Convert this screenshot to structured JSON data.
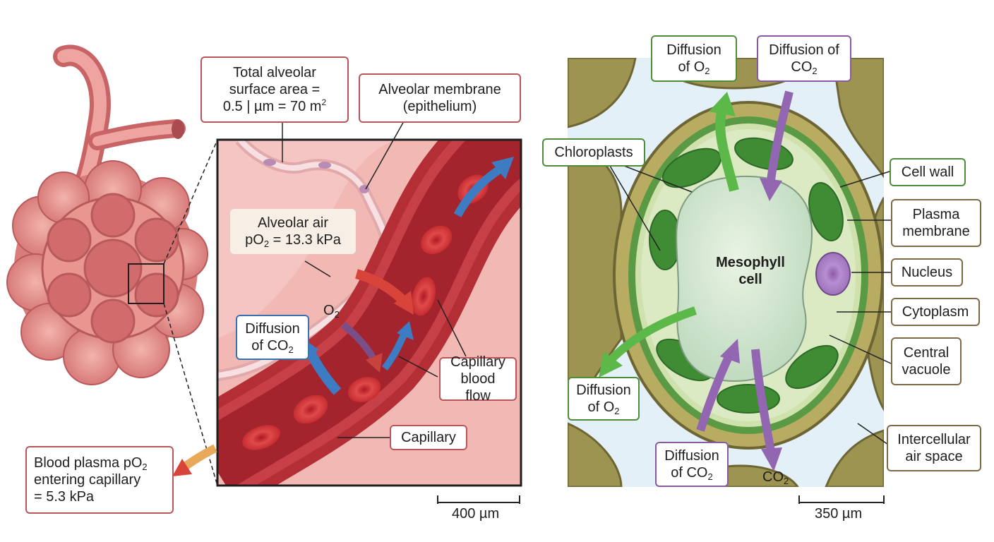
{
  "labels": {
    "total_area": {
      "l1": "Total alveolar",
      "l2": "surface area =",
      "l3": "0.5 | µm = 70 m",
      "l3_sup": "2"
    },
    "alv_membrane": {
      "l1": "Alveolar membrane",
      "l2": "(epithelium)"
    },
    "alv_air": {
      "l1": "Alveolar air",
      "l2a": "pO",
      "l2_sub": "2",
      "l2b": " = 13.3 kPa"
    },
    "o2": {
      "a": "O",
      "sub": "2"
    },
    "diff_co2_left": {
      "l1": "Diffusion",
      "l2a": "of CO",
      "l2_sub": "2"
    },
    "cap_flow": {
      "l1": "Capillary",
      "l2": "blood flow"
    },
    "capillary": "Capillary",
    "blood_plasma": {
      "l1a": "Blood plasma pO",
      "l1_sub": "2",
      "l2": "entering capillary",
      "l3": "= 5.3 kPa"
    },
    "scale_left": "400 µm",
    "diff_o2_top": {
      "l1": "Diffusion",
      "l2a": "of O",
      "l2_sub": "2"
    },
    "diff_co2_top": {
      "l1": "Diffusion of",
      "l2a": "CO",
      "l2_sub": "2"
    },
    "chloroplasts": "Chloroplasts",
    "cell_wall": "Cell wall",
    "plasma_membrane": {
      "l1": "Plasma",
      "l2": "membrane"
    },
    "nucleus": "Nucleus",
    "cytoplasm": "Cytoplasm",
    "central_vacuole": {
      "l1": "Central",
      "l2": "vacuole"
    },
    "intercellular": {
      "l1": "Intercellular",
      "l2": "air space"
    },
    "mesophyll": {
      "l1": "Mesophyll",
      "l2": "cell"
    },
    "diff_o2_bottom": {
      "l1": "Diffusion",
      "l2a": "of O",
      "l2_sub": "2"
    },
    "diff_co2_bottom": {
      "l1": "Diffusion",
      "l2a": "of CO",
      "l2_sub": "2"
    },
    "co2_bottom": {
      "a": "CO",
      "sub": "2"
    },
    "scale_right": "350 µm"
  },
  "colors": {
    "red_label": "#b8565c",
    "blue_label": "#3a72b0",
    "green_label": "#4f8c3a",
    "purple_label": "#8a5aa2",
    "olive_label": "#7d6a44",
    "o2_arrow": "#d9443a",
    "co2_arrow_left": "#3d7bc2",
    "o2_arrow_right": "#5cb848",
    "co2_arrow_right": "#9366b2"
  }
}
